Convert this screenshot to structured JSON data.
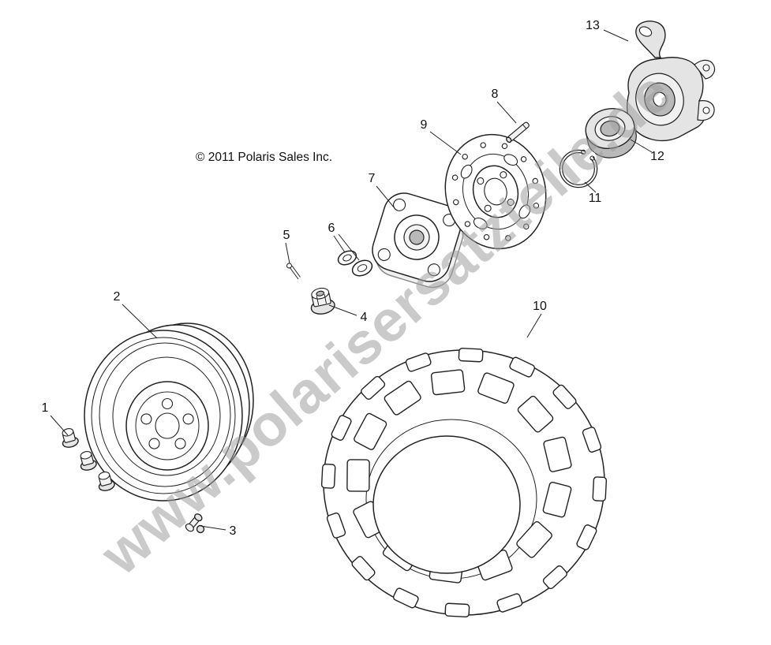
{
  "copyright": "© 2011 Polaris Sales Inc.",
  "watermark": {
    "text": "www.polarisersatzteile.de"
  },
  "callouts": [
    {
      "label": "1"
    },
    {
      "label": "2"
    },
    {
      "label": "3"
    },
    {
      "label": "4"
    },
    {
      "label": "5"
    },
    {
      "label": "6"
    },
    {
      "label": "7"
    },
    {
      "label": "8"
    },
    {
      "label": "9"
    },
    {
      "label": "10"
    },
    {
      "label": "11"
    },
    {
      "label": "12"
    },
    {
      "label": "13"
    }
  ],
  "colors": {
    "line": "#222222",
    "watermark": "#9e9e9e",
    "background": "#ffffff"
  }
}
